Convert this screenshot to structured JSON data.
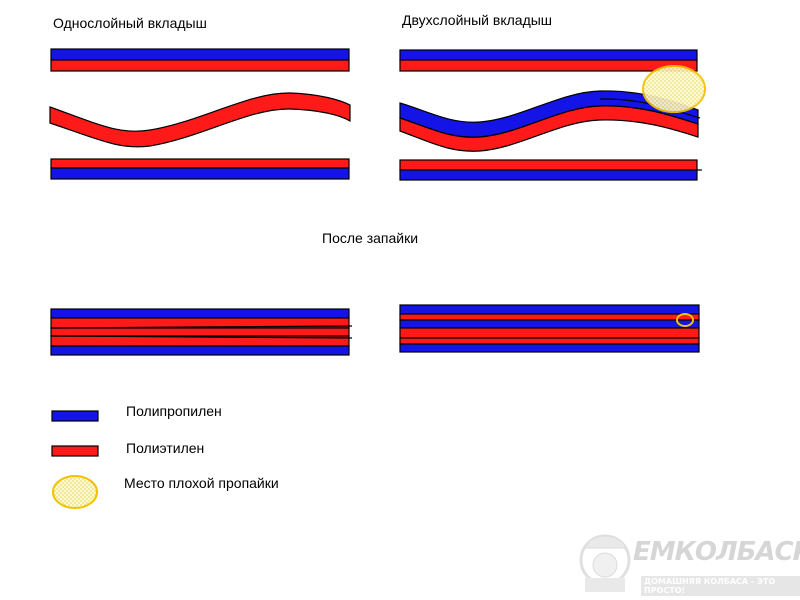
{
  "titles": {
    "single_layer": "Однослойный вкладыш",
    "double_layer": "Двухслойный вкладыш",
    "after_sealing": "После запайки"
  },
  "legend": {
    "polypropylene": "Полипропилен",
    "polyethylene": "Полиэтилен",
    "bad_seal": "Место плохой пропайки"
  },
  "colors": {
    "polypropylene": "#1414e6",
    "polyethylene": "#ff1a1a",
    "bad_seal_stroke": "#f2c200",
    "bad_seal_fill": "#fff7b0",
    "outline": "#000000"
  },
  "watermark": {
    "brand": "ЕМКОЛБАСКИ",
    "slogan": "ДОМАШНЯЯ КОЛБАСА - ЭТО ПРОСТО!"
  }
}
